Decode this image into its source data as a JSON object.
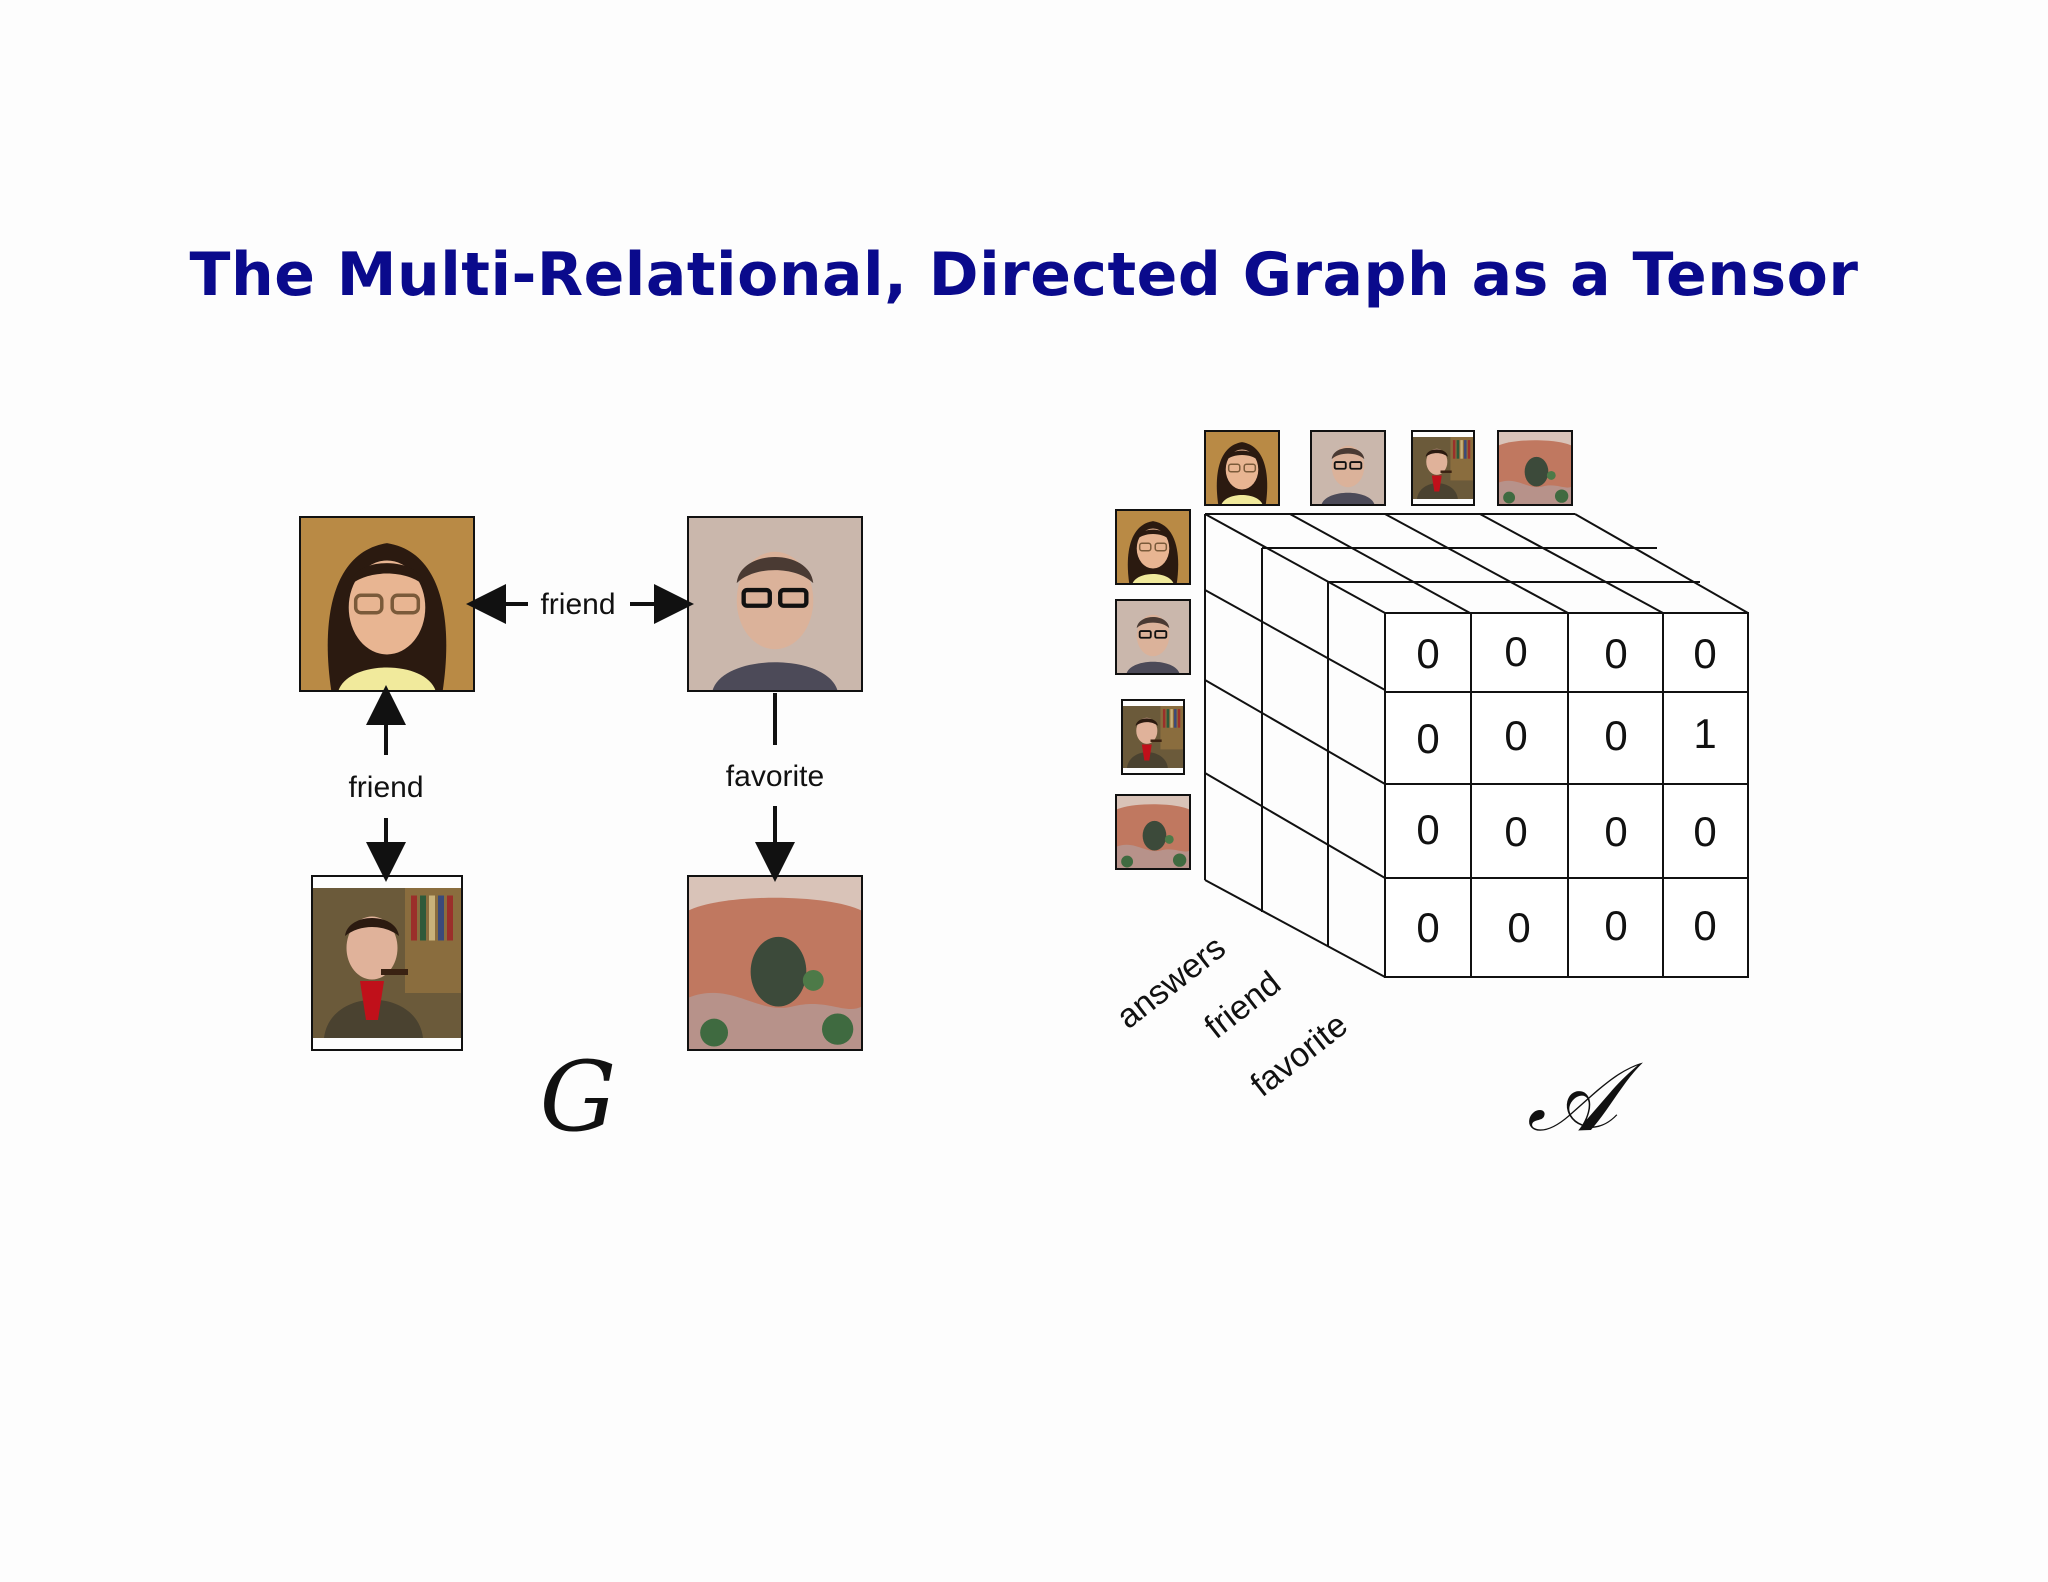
{
  "title": "The Multi-Relational, Directed Graph as a Tensor",
  "graph": {
    "symbol": "G",
    "nodes": [
      {
        "id": "mullet",
        "icon": "person-mullet-photo"
      },
      {
        "id": "glasses",
        "icon": "person-glasses-photo"
      },
      {
        "id": "pipe",
        "icon": "person-pipe-photo"
      },
      {
        "id": "arch",
        "icon": "rock-arch-photo"
      }
    ],
    "edges": [
      {
        "from": "mullet",
        "to": "glasses",
        "label": "friend",
        "directed": "both"
      },
      {
        "from": "mullet",
        "to": "pipe",
        "label": "friend",
        "directed": "both"
      },
      {
        "from": "glasses",
        "to": "arch",
        "label": "favorite",
        "directed": "forward"
      }
    ]
  },
  "tensor": {
    "symbol": "𝒜",
    "relations": [
      "answers",
      "friend",
      "favorite"
    ],
    "front_slice_matrix": [
      [
        "0",
        "0",
        "0",
        "0"
      ],
      [
        "0",
        "0",
        "0",
        "1"
      ],
      [
        "0",
        "0",
        "0",
        "0"
      ],
      [
        "0",
        "0",
        "0",
        "0"
      ]
    ]
  }
}
